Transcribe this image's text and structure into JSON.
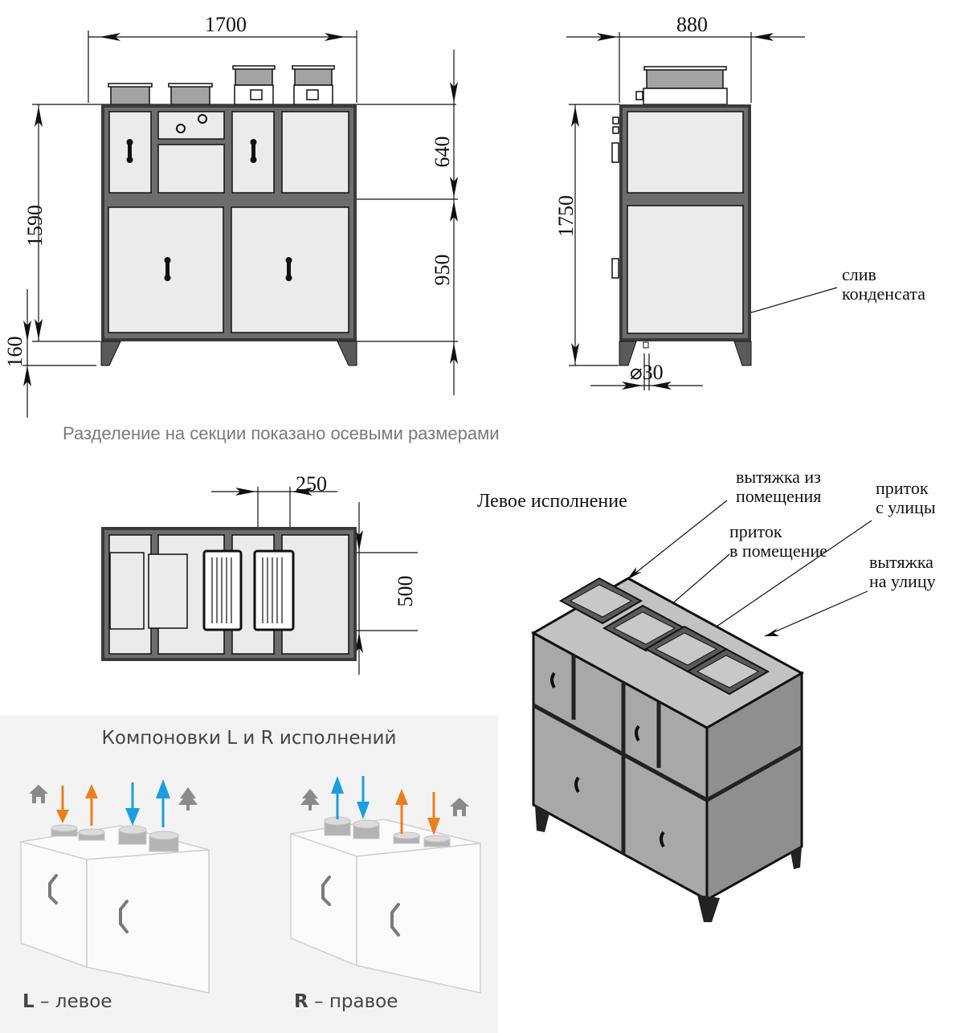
{
  "front_view": {
    "width_label": "1700",
    "height_total_label": "1590",
    "legs_label": "160",
    "upper_section_label": "640",
    "lower_section_label": "950"
  },
  "side_view": {
    "width_label": "880",
    "height_label": "1750",
    "drain_diameter_label": "30",
    "drain_diameter_symbol": "⌀",
    "drain_callout_line1": "слив",
    "drain_callout_line2": "конденсата"
  },
  "note": "Разделение на секции показано осевыми размерами",
  "top_view": {
    "duct_width_label": "250",
    "duct_length_label": "500"
  },
  "iso_view": {
    "title": "Левое исполнение",
    "callouts": [
      {
        "line1": "вытяжка из",
        "line2": "помещения"
      },
      {
        "line1": "приток",
        "line2": "в помещение"
      },
      {
        "line1": "приток",
        "line2": "с улицы"
      },
      {
        "line1": "вытяжка",
        "line2": "на улицу"
      }
    ]
  },
  "layouts_panel": {
    "title": "Компоновки L и R исполнений",
    "left": {
      "letter": "L",
      "dash": " – ",
      "text": "левое"
    },
    "right": {
      "letter": "R",
      "dash": " – ",
      "text": "правое"
    },
    "icons": {
      "indoor": "house-icon",
      "outdoor": "tree-icon"
    },
    "colors": {
      "warm": "#ee7d1c",
      "cold": "#1a9ee2",
      "icon_gray": "#8a8a8a",
      "panel_bg": "#f3f3f3"
    }
  }
}
